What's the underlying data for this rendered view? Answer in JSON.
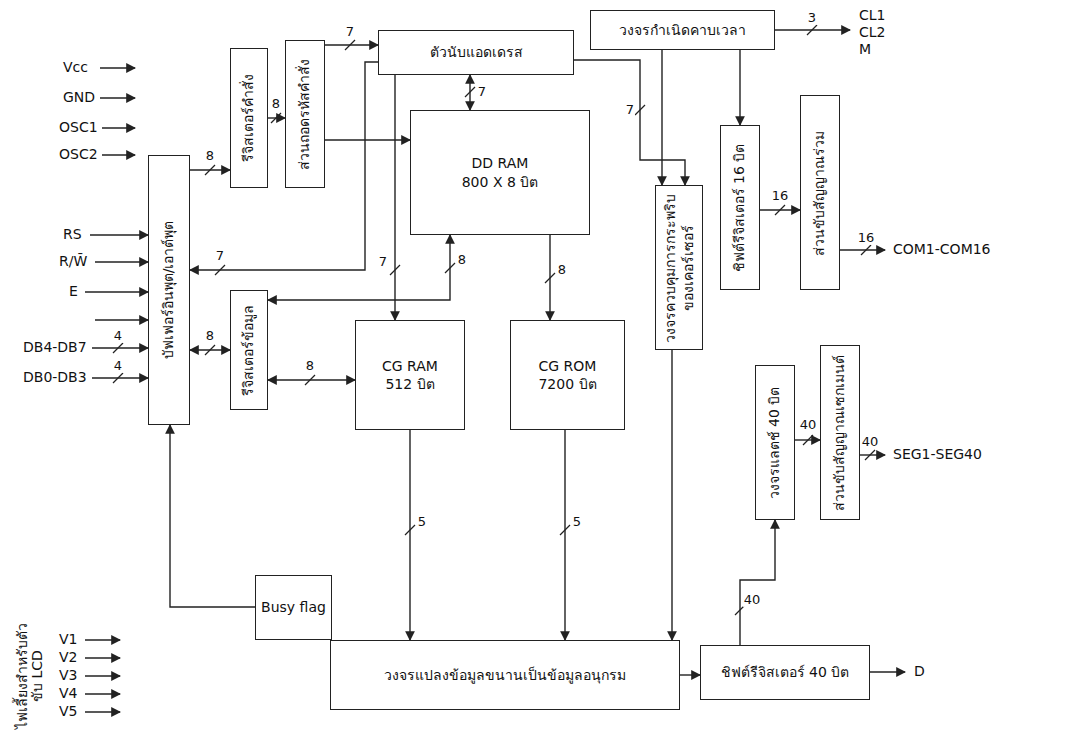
{
  "diagram": {
    "nodes": [
      {
        "text": [
          "บัฟเฟอร์อินพุต/เอาต์พุต"
        ]
      },
      {
        "text": [
          "รีจิสเตอร์คำสั่ง"
        ]
      },
      {
        "text": [
          "ส่วนถอดรหัสคำสั่ง"
        ]
      },
      {
        "text": [
          "ตัวนับแอดเดรส"
        ]
      },
      {
        "text": [
          "วงจรกำเนิดคาบเวลา"
        ]
      },
      {
        "text": [
          "DD RAM",
          "800 X 8 บิต"
        ]
      },
      {
        "text": [
          "ชิฟต์รีจิสเตอร์ 16 บิต"
        ]
      },
      {
        "text": [
          "ส่วนขับสัญญาณร่วม"
        ]
      },
      {
        "text": [
          "รีจิสเตอร์ข้อมูล"
        ]
      },
      {
        "text": [
          "วงจรควบคุมการกระพริบของเคอร์เซอร์"
        ]
      },
      {
        "text": [
          "CG RAM",
          "512 บิต"
        ]
      },
      {
        "text": [
          "CG ROM",
          "7200 บิต"
        ]
      },
      {
        "text": [
          "วงจรแลตช์ 40 บิต"
        ]
      },
      {
        "text": [
          "ส่วนขับสัญญาณเซกเมนต์"
        ]
      },
      {
        "text": [
          "Busy flag"
        ]
      },
      {
        "text": [
          "วงจรแปลงข้อมูลขนานเป็นข้อมูลอนุกรม"
        ]
      },
      {
        "text": [
          "ชิฟต์รีจิสเตอร์ 40 บิต"
        ]
      }
    ],
    "edges": [
      {
        "from": 0,
        "to": 1,
        "arrow": "to",
        "label": "8"
      },
      {
        "from": 1,
        "to": 2,
        "arrow": "to",
        "label": "8"
      },
      {
        "from": 2,
        "to": 3,
        "arrow": "to",
        "label": "7"
      },
      {
        "from": 2,
        "to": 5,
        "arrow": "to"
      },
      {
        "from": 3,
        "to": 5,
        "arrow": "both",
        "label": "7"
      },
      {
        "from": 3,
        "to": 0,
        "arrow": "to",
        "label": "7"
      },
      {
        "from": 0,
        "to": 8,
        "arrow": "both",
        "label": "8"
      },
      {
        "from": 8,
        "to": 5,
        "arrow": "both",
        "label": "8"
      },
      {
        "from": 8,
        "to": 10,
        "arrow": "both",
        "label": "8"
      },
      {
        "from": 3,
        "to": 10,
        "arrow": "to",
        "label": "7"
      },
      {
        "from": 5,
        "to": 11,
        "arrow": "to",
        "label": "8"
      },
      {
        "from": 3,
        "to": 9,
        "arrow": "to",
        "label": "7"
      },
      {
        "from": 4,
        "to": 9,
        "arrow": "to"
      },
      {
        "from": 4,
        "to": 6,
        "arrow": "to"
      },
      {
        "from": 6,
        "to": 7,
        "arrow": "to",
        "label": "16"
      },
      {
        "from": 10,
        "to": 15,
        "arrow": "to",
        "label": "5"
      },
      {
        "from": 11,
        "to": 15,
        "arrow": "to",
        "label": "5"
      },
      {
        "from": 9,
        "to": 15,
        "arrow": "to"
      },
      {
        "from": 15,
        "to": 16,
        "arrow": "to"
      },
      {
        "from": 16,
        "to": 12,
        "arrow": "to",
        "label": "40"
      },
      {
        "from": 12,
        "to": 13,
        "arrow": "to",
        "label": "40"
      },
      {
        "from": 14,
        "to": 0,
        "arrow": "to"
      }
    ],
    "labels": [
      "Vcc",
      "GND",
      "OSC1",
      "OSC2",
      "RS",
      "R/W̄",
      "E",
      "DB4-DB7",
      "4",
      "DB0-DB3",
      "4",
      "3",
      "CL1",
      "CL2",
      "M",
      "16",
      "COM1-COM16",
      "40",
      "SEG1-SEG40",
      "D",
      "V1",
      "V2",
      "V3",
      "V4",
      "V5",
      "ไฟเลี้ยงสำหรับตัวขับ LCD"
    ]
  }
}
